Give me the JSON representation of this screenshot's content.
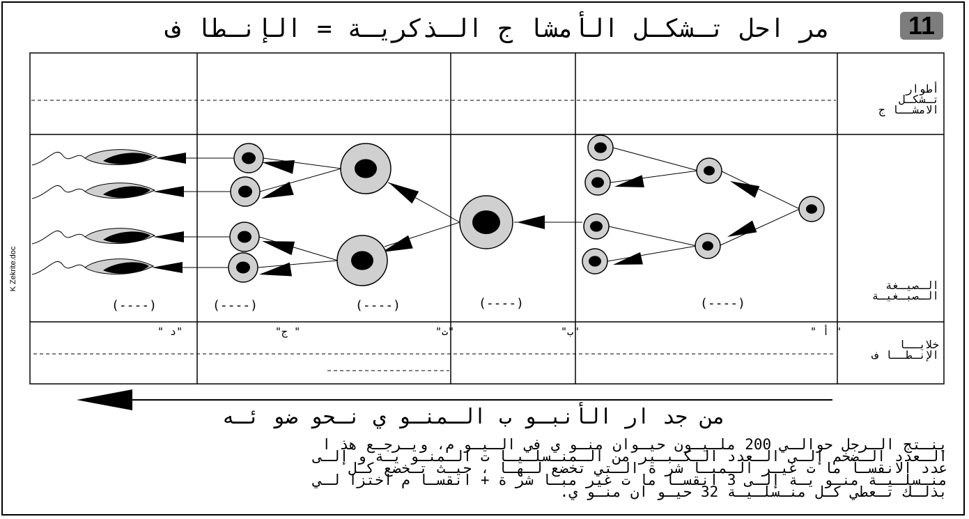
{
  "header": {
    "number": "11",
    "title": "مر احل تـشكـل الأمشا ج الـذكريـة = الإنـطا ف"
  },
  "side_note": "K Zekrite.doc",
  "row_labels": {
    "stages": [
      "أطوار",
      "تـشكـل",
      "الامشــا ج"
    ],
    "formula": [
      "الـصيـغة",
      "الـصبـغيـة"
    ],
    "cells": [
      "خلايــا",
      "الإنـطــا ف"
    ]
  },
  "cell_letters": {
    "a": "\" أ \"",
    "b": "\"ب\"",
    "t": "\"ت\"",
    "j": "\" ج\"",
    "d": "\"د \""
  },
  "blank_formula": "(----)",
  "direction_text": "من جد ار الأنبـو ب الـمنـو ي نـحو ضو ئـه",
  "paragraph": [
    "ينـتج الـرجل حوالـي 200 ملـيـون حيـوان منـو ي في الـيـو م، ويـرجـع هذ ا",
    "الـعدد الـضخم إلـى الـعدد الـكـبـير من الـمنـسلـيـا ت الـمنـو يـة و إلـى",
    "عدد الانقسـا ما ت غيـر الـمبـا شر ة الـتي تخضع لـهـا ، حيـث تـخضع كـل",
    "منـسلـيـة منـو يـة إلـى 3 انقسـا ما ت غير مبـا شر ة + انقسـا م اختزا لـي",
    "بذلـك تـعطي كـل منـسلـيـة 32 حيـو ان منـو ي."
  ],
  "colors": {
    "cell_fill": "#d0d0d0",
    "badge": "#7d7d7d"
  }
}
